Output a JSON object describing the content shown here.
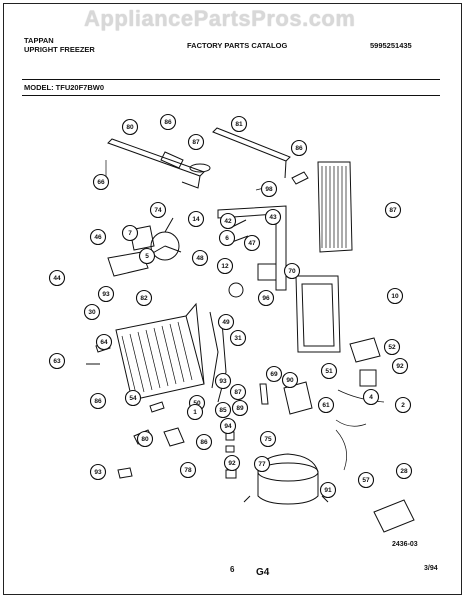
{
  "watermark": "AppliancePartsPros.com",
  "header": {
    "brand": "TAPPAN",
    "product": "UPRIGHT FREEZER",
    "catalog": "FACTORY PARTS CATALOG",
    "catalog_number": "5995251435"
  },
  "model_line": "MODEL:  TFU20F7BW0",
  "footer": {
    "page_number": "6",
    "section": "G4",
    "diagram_code": "2436-03",
    "date": "3/94"
  },
  "callouts": [
    "80",
    "86",
    "87",
    "81",
    "86",
    "66",
    "98",
    "87",
    "74",
    "14",
    "43",
    "42",
    "46",
    "7",
    "6",
    "47",
    "48",
    "44",
    "12",
    "70",
    "93",
    "82",
    "10",
    "30",
    "96",
    "49",
    "64",
    "31",
    "52",
    "63",
    "92",
    "51",
    "69",
    "90",
    "93",
    "87",
    "61",
    "4",
    "86",
    "54",
    "50",
    "1",
    "2",
    "80",
    "86",
    "94",
    "78",
    "75",
    "93",
    "77",
    "92",
    "57",
    "91",
    "28",
    "85",
    "89",
    "5"
  ]
}
